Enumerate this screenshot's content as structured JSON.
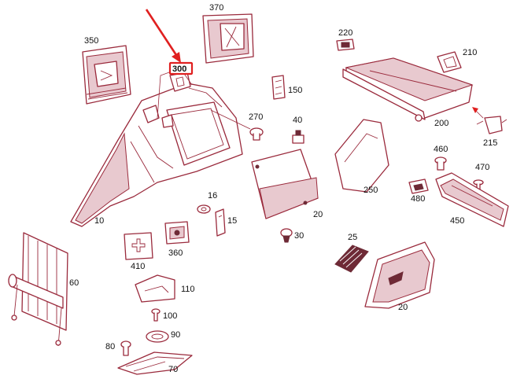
{
  "diagram": {
    "highlighted_part": "300",
    "part_numbers": {
      "p10": "10",
      "p15": "15",
      "p16": "16",
      "p20a": "20",
      "p20b": "20",
      "p25": "25",
      "p30": "30",
      "p40": "40",
      "p60": "60",
      "p70": "70",
      "p80": "80",
      "p90": "90",
      "p100": "100",
      "p110": "110",
      "p150": "150",
      "p200": "200",
      "p210": "210",
      "p215": "215",
      "p220": "220",
      "p250": "250",
      "p270": "270",
      "p300": "300",
      "p350": "350",
      "p360": "360",
      "p370": "370",
      "p410": "410",
      "p450": "450",
      "p460": "460",
      "p470": "470",
      "p480": "480"
    },
    "colors": {
      "line": "#9a2a3c",
      "highlight": "#e02020",
      "text": "#111111"
    }
  }
}
